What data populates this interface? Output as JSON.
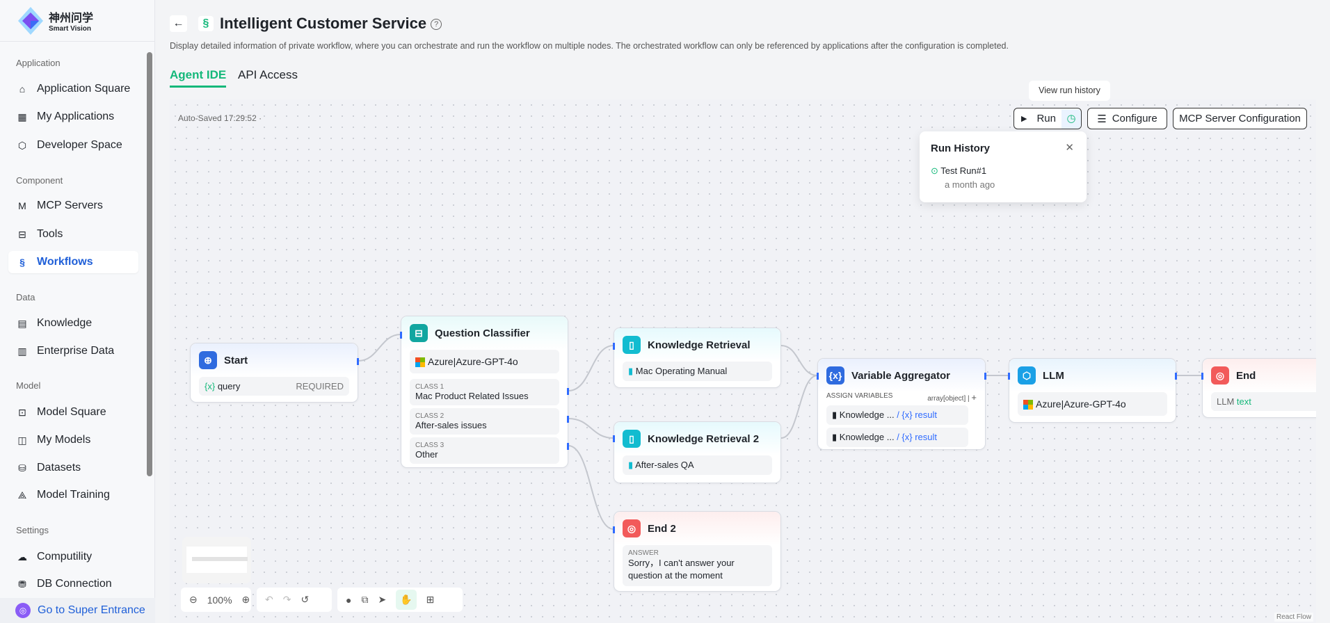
{
  "brand": {
    "name_cn": "神州问学",
    "name_en": "Smart Vision"
  },
  "sidebar": {
    "sections": [
      {
        "label": "Application",
        "items": [
          {
            "label": "Application Square",
            "icon": "store-icon"
          },
          {
            "label": "My Applications",
            "icon": "grid-icon"
          },
          {
            "label": "Developer Space",
            "icon": "cube-icon"
          }
        ]
      },
      {
        "label": "Component",
        "items": [
          {
            "label": "MCP Servers",
            "icon": "mcp-icon"
          },
          {
            "label": "Tools",
            "icon": "toolbox-icon"
          },
          {
            "label": "Workflows",
            "icon": "workflow-icon",
            "active": true
          }
        ]
      },
      {
        "label": "Data",
        "items": [
          {
            "label": "Knowledge",
            "icon": "document-icon"
          },
          {
            "label": "Enterprise Data",
            "icon": "bar-chart-icon"
          }
        ]
      },
      {
        "label": "Model",
        "items": [
          {
            "label": "Model Square",
            "icon": "scan-icon"
          },
          {
            "label": "My Models",
            "icon": "box-icon"
          },
          {
            "label": "Datasets",
            "icon": "database-icon"
          },
          {
            "label": "Model Training",
            "icon": "training-icon"
          }
        ]
      },
      {
        "label": "Settings",
        "items": [
          {
            "label": "Computility",
            "icon": "cloud-icon"
          },
          {
            "label": "DB Connection",
            "icon": "db-connection-icon"
          }
        ]
      }
    ],
    "footer": "Go to Super Entrance"
  },
  "header": {
    "title": "Intelligent Customer Service",
    "description": "Display detailed information of private workflow, where you can orchestrate and run the workflow on multiple nodes. The orchestrated workflow can only be referenced by applications after the configuration is completed.",
    "tabs": [
      {
        "label": "Agent IDE",
        "active": true
      },
      {
        "label": "API Access"
      }
    ]
  },
  "canvas": {
    "autosaved": "Auto-Saved 17:29:52 ·",
    "run": "Run",
    "configure": "Configure",
    "mcp": "MCP Server Configuration",
    "tooltip": "View run history",
    "react_flow": "React Flow",
    "run_history": {
      "title": "Run History",
      "items": [
        {
          "name": "Test Run#1",
          "time": "a month ago",
          "status": "success"
        }
      ]
    },
    "zoom": "100%",
    "accent": "#14b87a"
  },
  "nodes": {
    "start": {
      "title": "Start",
      "var": "query",
      "req": "REQUIRED"
    },
    "qc": {
      "title": "Question Classifier",
      "model": "Azure|Azure-GPT-4o",
      "classes": [
        {
          "label": "CLASS 1",
          "text": "Mac Product Related Issues"
        },
        {
          "label": "CLASS 2",
          "text": "After-sales issues"
        },
        {
          "label": "CLASS 3",
          "text": "Other"
        }
      ]
    },
    "kr1": {
      "title": "Knowledge Retrieval",
      "kb": "Mac Operating Manual"
    },
    "kr2": {
      "title": "Knowledge Retrieval 2",
      "kb": "After-sales QA"
    },
    "end2": {
      "title": "End 2",
      "label": "ANSWER",
      "text": "Sorry，I can't answer your question at the moment"
    },
    "va": {
      "title": "Variable Aggregator",
      "assign": "ASSIGN VARIABLES",
      "type": "array[object]",
      "plus": "+",
      "vars": [
        {
          "src": "Knowledge ...",
          "name": "result"
        },
        {
          "src": "Knowledge ...",
          "name": "result"
        }
      ]
    },
    "llm": {
      "title": "LLM",
      "model": "Azure|Azure-GPT-4o"
    },
    "end": {
      "title": "End",
      "src": "LLM",
      "var": "text"
    }
  }
}
